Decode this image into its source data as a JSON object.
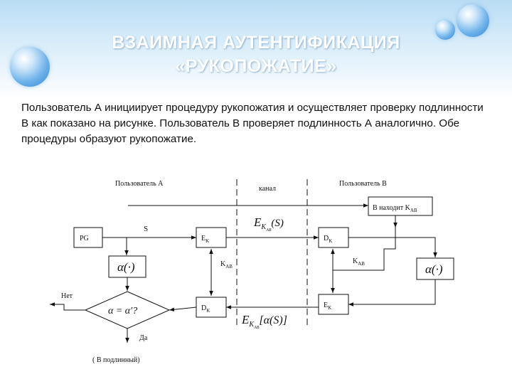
{
  "slide": {
    "title_line1": "ВЗАИМНАЯ АУТЕНТИФИКАЦИЯ",
    "title_line2": "«РУКОПОЖАТИЕ»",
    "paragraph": "Пользователь А инициирует процедуру рукопожатия и осуществляет проверку подлинности В как показано на рисунке. Пользователь В проверяет подлинность А аналогично. Обе процедуры образуют рукопожатие."
  },
  "diagram": {
    "user_a": "Пользователь А",
    "channel": "канал",
    "user_b": "Пользователь В",
    "b_has_key": "В находит K",
    "b_has_key_sub": "AB",
    "pg": "PG",
    "s": "S",
    "ek_left": "E",
    "ek_left_sub": "K",
    "dk_left": "D",
    "dk_left_sub": "K",
    "dk_right": "D",
    "dk_right_sub": "K",
    "ek_right": "E",
    "ek_right_sub": "K",
    "kab_left": "K",
    "kab_left_sub": "AB",
    "kab_right": "K",
    "kab_right_sub": "AB",
    "alpha_left": "α(·)",
    "alpha_right": "α(·)",
    "decision": "α = α′?",
    "no": "Нет",
    "yes": "Да",
    "authentic": "( В подлинный)",
    "formula_top_main": "E",
    "formula_top_sub": "K",
    "formula_top_subsub": "AB",
    "formula_top_arg": "(S)",
    "formula_bottom_main": "E",
    "formula_bottom_sub": "K",
    "formula_bottom_subsub": "AB",
    "formula_bottom_arg": "[α(S)]"
  }
}
